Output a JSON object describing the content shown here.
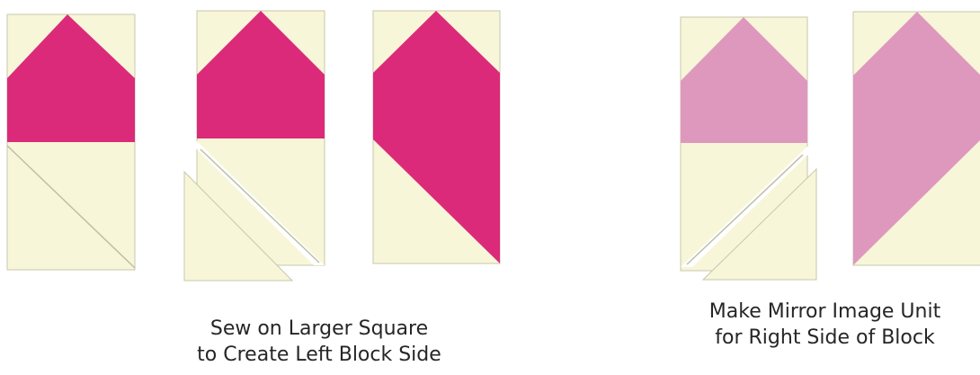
{
  "colors": {
    "background": "#ffffff",
    "cream": "#f7f6d8",
    "cream_outline": "#c8c7ad",
    "magenta": "#dc2a7a",
    "light_pink": "#df98bd",
    "seam_line": "#bfbeaa",
    "caption_text": "#262626"
  },
  "captions": {
    "left": {
      "line1": "Sew on Larger Square",
      "line2": "to Create Left Block Side"
    },
    "right": {
      "line1": "Make Mirror Image Unit",
      "line2": "for Right Side of Block"
    }
  }
}
